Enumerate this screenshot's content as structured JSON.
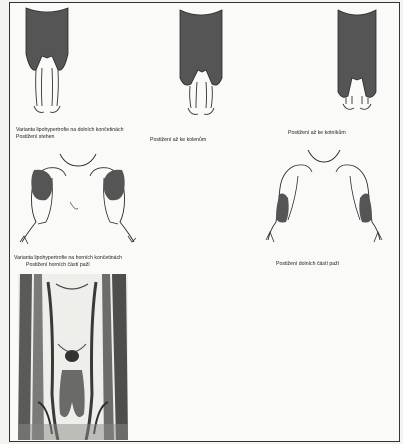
{
  "captions": {
    "lower_title": "Varianta lipohypertrofie na dolních končetinách",
    "thighs": "Postižení stehen",
    "knees": "Postižení až ke kolenům",
    "ankles": "Postižení až ke kotníkům",
    "upper_title": "Varianta lipohypertrofie na horních končetinách",
    "upper_arms": "Postižení horních částí paží",
    "forearms": "Postižení dolních částí paží"
  },
  "figures": {
    "photo": "photo"
  },
  "colors": {
    "fill": "#555555",
    "outline": "#2a2a2a",
    "paper": "#fafaf8"
  }
}
